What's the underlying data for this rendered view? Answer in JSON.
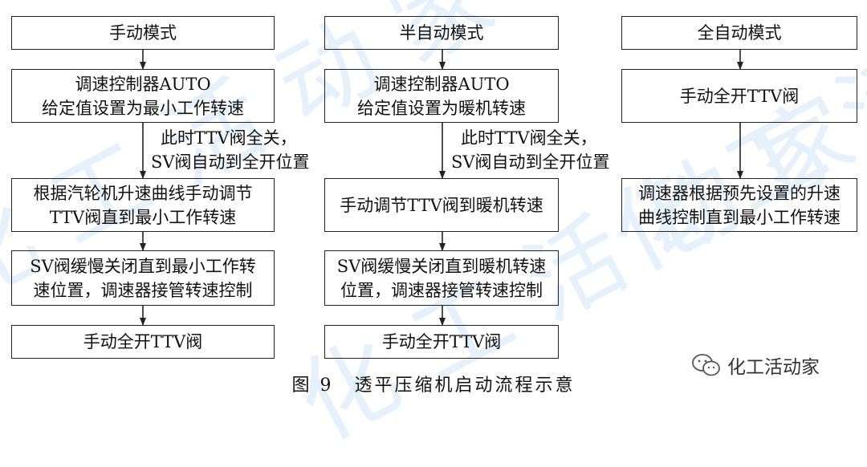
{
  "diagram": {
    "caption_number": "图 9",
    "caption_title": "透平压缩机启动流程示意",
    "columns": [
      {
        "title": "手动模式",
        "steps": [
          [
            "调速控制器AUTO",
            "给定值设置为最小工作转速"
          ],
          [
            "根据汽轮机升速曲线手动调节",
            "TTV阀直到最小工作转速"
          ],
          [
            "SV阀缓慢关闭直到最小工作转",
            "速位置，调速器接管转速控制"
          ],
          [
            "手动全开TTV阀"
          ]
        ],
        "note": [
          "此时TTV阀全关，",
          "SV阀自动到全开位置"
        ]
      },
      {
        "title": "半自动模式",
        "steps": [
          [
            "调速控制器AUTO",
            "给定值设置为暖机转速"
          ],
          [
            "手动调节TTV阀到暖机转速"
          ],
          [
            "SV阀缓慢关闭直到暖机转速",
            "位置，调速器接管转速控制"
          ],
          [
            "手动全开TTV阀"
          ]
        ],
        "note": [
          "此时TTV阀全关，",
          "SV阀自动到全开位置"
        ]
      },
      {
        "title": "全自动模式",
        "steps": [
          [
            "手动全开TTV阀"
          ],
          [
            "调速器根据预先设置的升速",
            "曲线控制直到最小工作转速"
          ]
        ]
      }
    ]
  },
  "watermark": {
    "brand": "化工活动家",
    "wechat_icon": "wechat-icon"
  }
}
